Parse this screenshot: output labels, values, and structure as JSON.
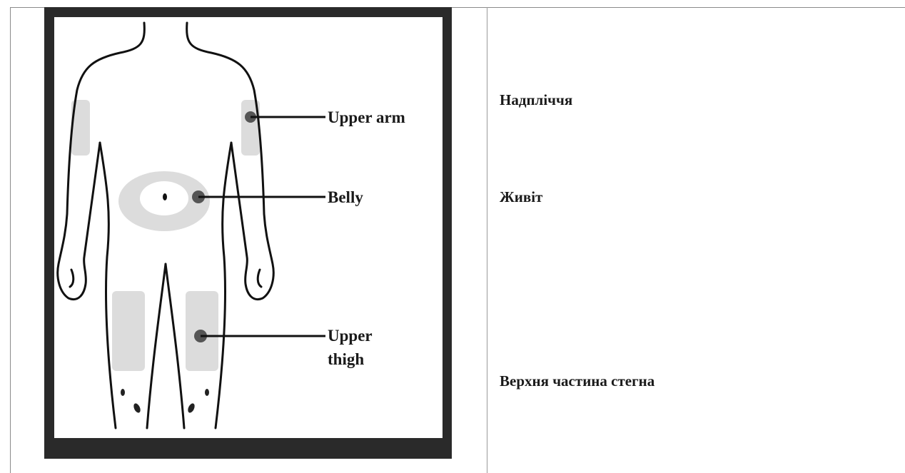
{
  "figure": {
    "labels": {
      "upper_arm": "Upper arm",
      "belly": "Belly",
      "upper_thigh_line1": "Upper",
      "upper_thigh_line2": "thigh"
    },
    "colors": {
      "frame": "#2a2a2a",
      "outline": "#111111",
      "shaded_zone": "#d9d9d9",
      "marker": "#555555"
    }
  },
  "translations": {
    "upper_arm": "Надпліччя",
    "belly": "Живіт",
    "upper_thigh": "Верхня частина стегна"
  }
}
